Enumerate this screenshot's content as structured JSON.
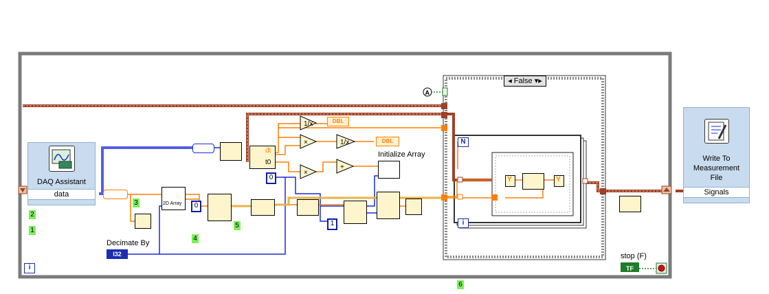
{
  "diagram": {
    "daq_assistant": {
      "title": "DAQ Assistant",
      "output": "data"
    },
    "write_file": {
      "title_line1": "Write To",
      "title_line2": "Measurement",
      "title_line3": "File",
      "input": "Signals"
    },
    "case_selector": "False",
    "labels": {
      "initialize_array": "Initialize Array",
      "decimate_by": "Decimate By",
      "stop": "stop (F)",
      "two_d_array": "2D Array",
      "dt": "dt",
      "t0": "t0",
      "dbl": "DBL",
      "i32": "I32",
      "tf": "TF",
      "n": "N",
      "i": "i",
      "y": "Y"
    },
    "constants": {
      "zero_a": "0",
      "zero_b": "0",
      "one": "1"
    },
    "markers": [
      "1",
      "2",
      "3",
      "4",
      "5",
      "6"
    ],
    "colors": {
      "while_loop": "#7b7b7b",
      "wire_orange": "#ff7f00",
      "wire_blue": "#1a2ad8",
      "wire_brown": "#a04028",
      "express_bg": "#c9dcef",
      "marker_green": "#7cf05a"
    }
  }
}
